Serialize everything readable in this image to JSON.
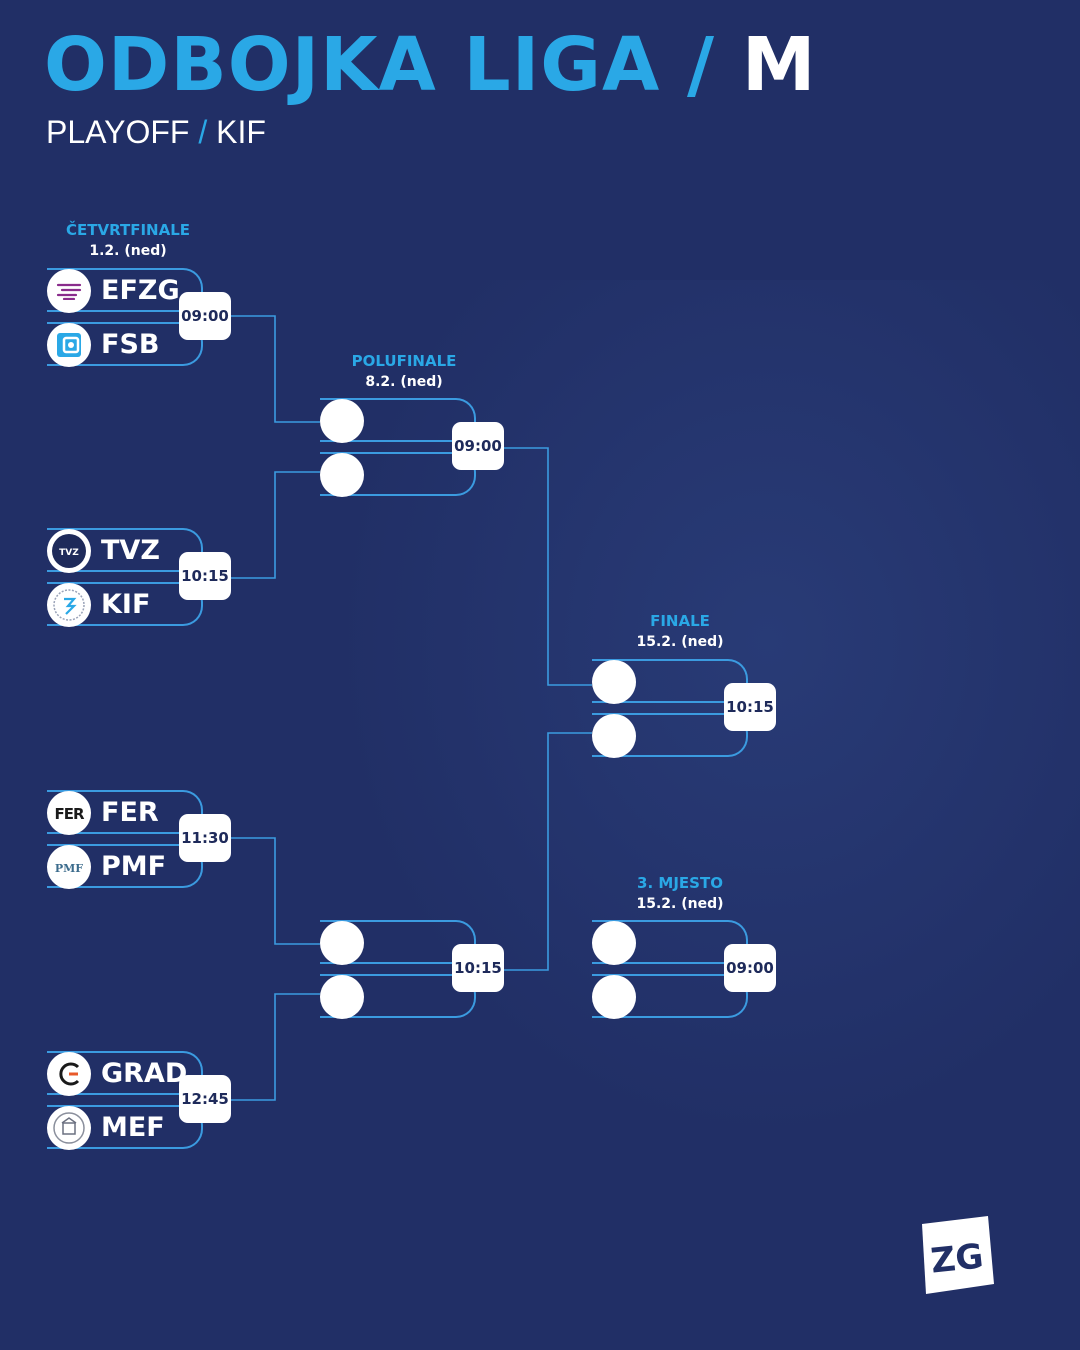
{
  "header": {
    "title_main": "ODBOJKA LIGA",
    "title_sep": "/",
    "title_gender": "M",
    "subtitle_a": "PLAYOFF",
    "subtitle_sep": "/",
    "subtitle_b": "KIF"
  },
  "rounds": {
    "quarterfinal": {
      "name": "ČETVRTFINALE",
      "date": "1.2. (ned)"
    },
    "semifinal": {
      "name": "POLUFINALE",
      "date": "8.2. (ned)"
    },
    "final": {
      "name": "FINALE",
      "date": "15.2. (ned)"
    },
    "third_place": {
      "name": "3. MJESTO",
      "date": "15.2. (ned)"
    }
  },
  "matches": {
    "qf1": {
      "team_a": "EFZG",
      "team_b": "FSB",
      "time": "09:00"
    },
    "qf2": {
      "team_a": "TVZ",
      "team_b": "KIF",
      "time": "10:15"
    },
    "qf3": {
      "team_a": "FER",
      "team_b": "PMF",
      "time": "11:30"
    },
    "qf4": {
      "team_a": "GRAD",
      "team_b": "MEF",
      "time": "12:45"
    },
    "sf1": {
      "time": "09:00"
    },
    "sf2": {
      "time": "10:15"
    },
    "final": {
      "time": "10:15"
    },
    "third": {
      "time": "09:00"
    }
  },
  "logos": {
    "efzg": "efzg-logo",
    "fsb": "fsb-logo",
    "tvz": "TVZ",
    "kif": "kif-logo",
    "fer": "FER",
    "pmf": "PMF",
    "grad": "grad-logo",
    "mef": "mef-logo",
    "brand": "ZG"
  },
  "colors": {
    "background": "#212f66",
    "accent": "#2aa8e6",
    "line": "#3b9be0",
    "text": "#ffffff"
  }
}
